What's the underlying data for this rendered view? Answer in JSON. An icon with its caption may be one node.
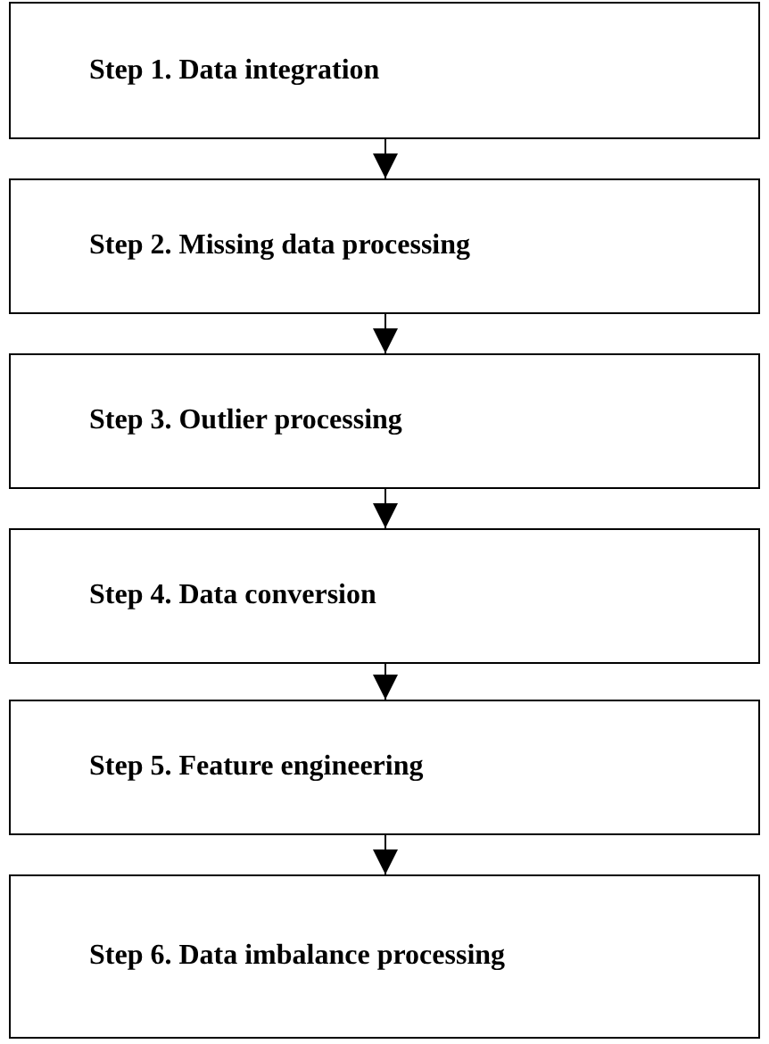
{
  "diagram": {
    "nodes": [
      {
        "text": [
          "Step 1. Data integration"
        ]
      },
      {
        "text": [
          "Step 2. Missing data processing"
        ]
      },
      {
        "text": [
          "Step 3. Outlier processing"
        ]
      },
      {
        "text": [
          "Step 4. Data conversion"
        ]
      },
      {
        "text": [
          "Step 5. Feature engineering"
        ]
      },
      {
        "text": [
          "Step 6. Data imbalance processing"
        ]
      }
    ],
    "edges": [
      {
        "from": 0,
        "to": 1,
        "arrow": "to"
      },
      {
        "from": 1,
        "to": 2,
        "arrow": "to"
      },
      {
        "from": 2,
        "to": 3,
        "arrow": "to"
      },
      {
        "from": 3,
        "to": 4,
        "arrow": "to"
      },
      {
        "from": 4,
        "to": 5,
        "arrow": "to"
      }
    ]
  }
}
